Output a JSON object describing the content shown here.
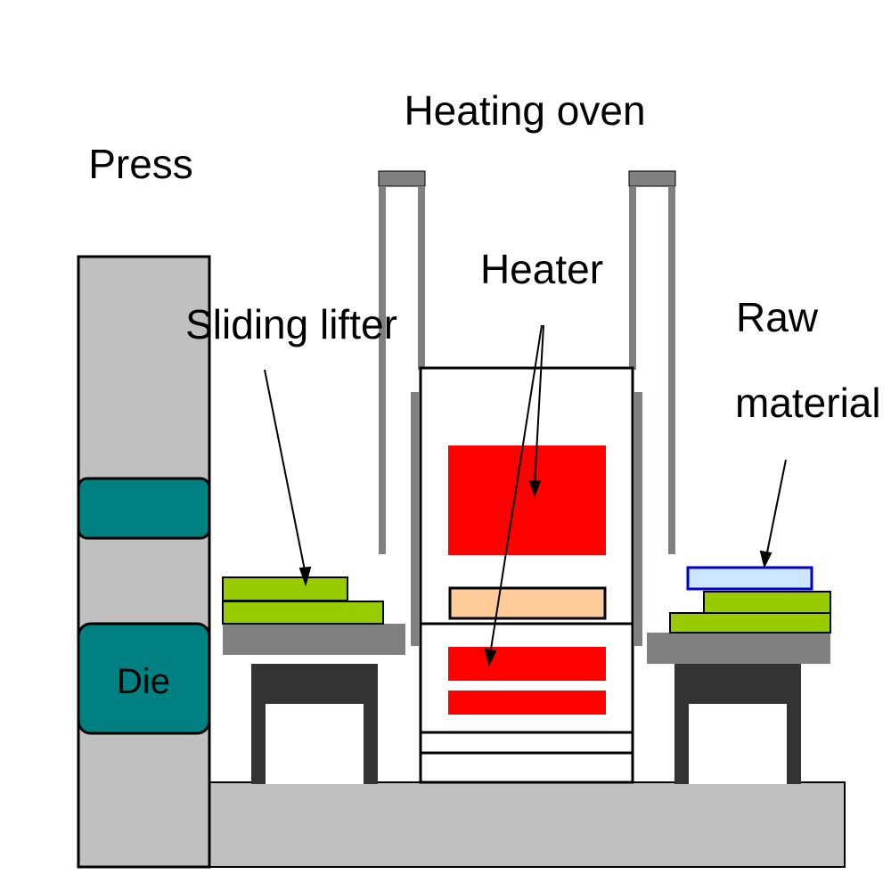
{
  "labels": {
    "press": "Press",
    "heating_oven": "Heating oven",
    "heater": "Heater",
    "sliding_lifter": "Sliding lifter",
    "raw_material_line1": "Raw",
    "raw_material_line2": "material",
    "die": "Die"
  },
  "colors": {
    "press_body": "#c0c0c0",
    "die": "#008080",
    "heater": "#ff0000",
    "oven_wall": "#a0a0a0",
    "table": "#808080",
    "table_legs": "#333333",
    "sheet_green": "#99cc00",
    "raw_material_sheet": "#cce6ff",
    "raw_material_edge": "#0000cc",
    "workpiece": "#ffcc99",
    "base": "#c0c0c0"
  }
}
